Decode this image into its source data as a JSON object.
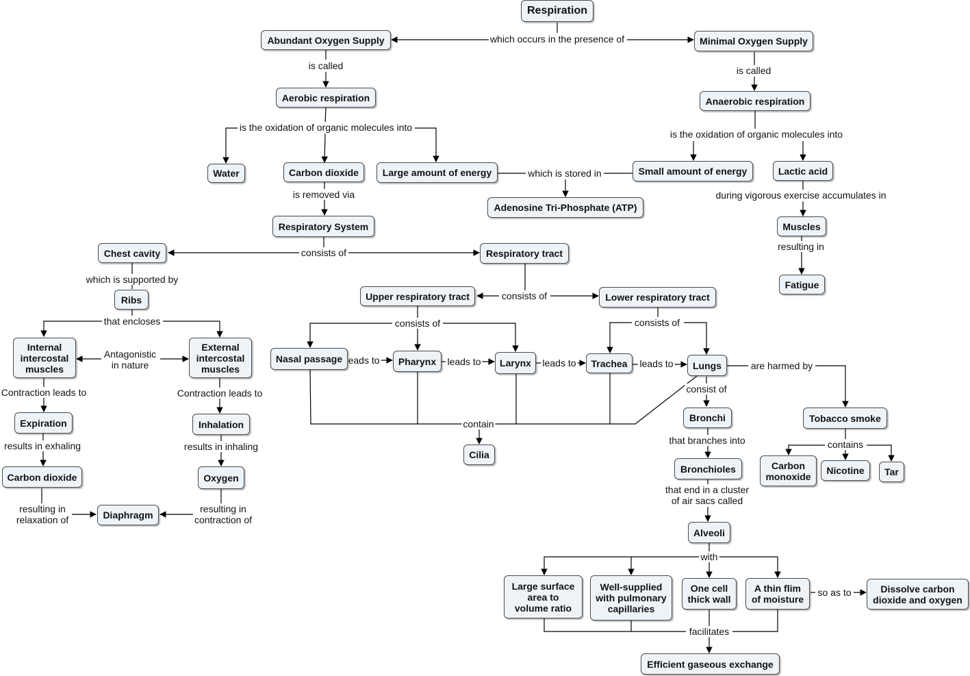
{
  "concept_map": {
    "nodes": {
      "respiration": "Respiration",
      "abundant_o2": "Abundant Oxygen Supply",
      "minimal_o2": "Minimal Oxygen Supply",
      "aerobic": "Aerobic respiration",
      "anaerobic": "Anaerobic respiration",
      "water": "Water",
      "co2_aerobic": "Carbon dioxide",
      "large_energy": "Large amount of energy",
      "small_energy": "Small amount of energy",
      "lactic_acid": "Lactic acid",
      "atp": "Adenosine Tri-Phosphate (ATP)",
      "muscles": "Muscles",
      "fatigue": "Fatigue",
      "resp_system": "Respiratory System",
      "chest_cavity": "Chest cavity",
      "resp_tract": "Respiratory tract",
      "ribs": "Ribs",
      "upper_tract": "Upper respiratory tract",
      "lower_tract": "Lower respiratory tract",
      "internal_ic": "Internal\nintercostal\nmuscles",
      "external_ic": "External\nintercostal\nmuscles",
      "nasal": "Nasal passage",
      "pharynx": "Pharynx",
      "larynx": "Larynx",
      "trachea": "Trachea",
      "lungs": "Lungs",
      "expiration": "Expiration",
      "inhalation": "Inhalation",
      "co2_exhale": "Carbon dioxide",
      "oxygen": "Oxygen",
      "diaphragm": "Diaphragm",
      "cilia": "Cilia",
      "bronchi": "Bronchi",
      "bronchioles": "Bronchioles",
      "alveoli": "Alveoli",
      "tobacco": "Tobacco smoke",
      "carbon_monoxide": "Carbon\nmonoxide",
      "nicotine": "Nicotine",
      "tar": "Tar",
      "surface_area": "Large surface\narea to\nvolume ratio",
      "well_supplied": "Well-supplied\nwith pulmonary\ncapillaries",
      "one_cell": "One cell\nthick wall",
      "thin_film": "A thin flim\nof moisture",
      "dissolve": "Dissolve carbon\ndioxide and oxygen",
      "gas_exchange": "Efficient gaseous exchange"
    },
    "links": {
      "occurs_presence": "which occurs in the presence of",
      "is_called_1": "is called",
      "is_called_2": "is called",
      "oxidation_1": "is the oxidation of organic molecules into",
      "oxidation_2": "is the oxidation of organic molecules into",
      "stored_in": "which is stored in",
      "vigorous": "during vigorous exercise accumulates in",
      "resulting_in_1": "resulting in",
      "removed_via": "is removed via",
      "consists_of_1": "consists of",
      "supported_by": "which is supported by",
      "consists_of_2": "consists of",
      "encloses": "that encloses",
      "antagonistic": "Antagonistic\nin nature",
      "consists_of_3": "consists of",
      "consists_of_4": "consists of",
      "leads_to_1": "leads to",
      "leads_to_2": "leads to",
      "leads_to_3": "leads to",
      "leads_to_4": "leads to",
      "harmed_by": "are harmed by",
      "contraction_1": "Contraction leads to",
      "contraction_2": "Contraction leads to",
      "contain": "contain",
      "consist_of_lungs": "consist of",
      "exhaling": "results in exhaling",
      "inhaling": "results in inhaling",
      "branches": "that branches into",
      "contains": "contains",
      "relaxation": "resulting in\nrelaxation of",
      "contraction_of": "resulting in\ncontraction of",
      "cluster": "that end in a cluster\nof air sacs called",
      "with": "with",
      "so_as_to": "so as to",
      "facilitates": "facilitates"
    }
  }
}
